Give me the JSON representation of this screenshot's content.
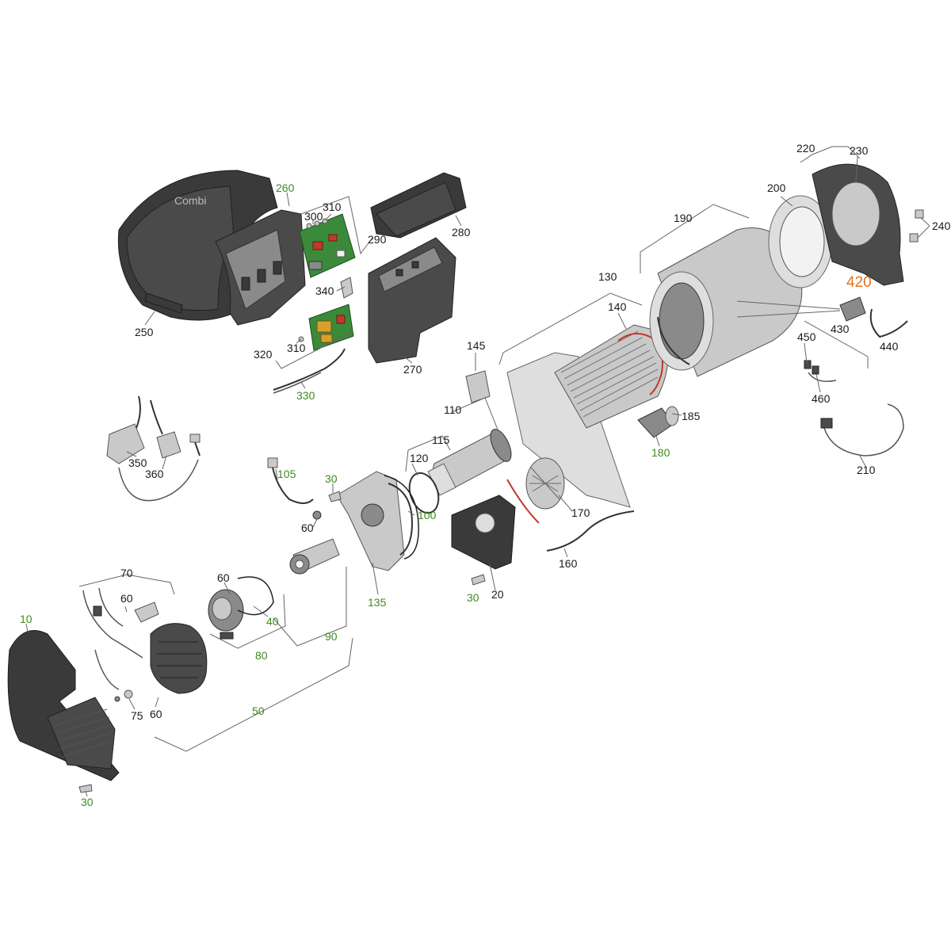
{
  "diagram": {
    "labels": [
      {
        "id": "10",
        "text": "10",
        "color": "green"
      },
      {
        "id": "20",
        "text": "20",
        "color": "black"
      },
      {
        "id": "30a",
        "text": "30",
        "color": "green"
      },
      {
        "id": "30b",
        "text": "30",
        "color": "green"
      },
      {
        "id": "30c",
        "text": "30",
        "color": "green"
      },
      {
        "id": "40",
        "text": "40",
        "color": "green"
      },
      {
        "id": "50",
        "text": "50",
        "color": "green"
      },
      {
        "id": "60a",
        "text": "60",
        "color": "black"
      },
      {
        "id": "60b",
        "text": "60",
        "color": "black"
      },
      {
        "id": "60c",
        "text": "60",
        "color": "black"
      },
      {
        "id": "60d",
        "text": "60",
        "color": "black"
      },
      {
        "id": "70",
        "text": "70",
        "color": "black"
      },
      {
        "id": "75",
        "text": "75",
        "color": "black"
      },
      {
        "id": "80",
        "text": "80",
        "color": "green"
      },
      {
        "id": "90",
        "text": "90",
        "color": "green"
      },
      {
        "id": "100",
        "text": "100",
        "color": "green"
      },
      {
        "id": "105",
        "text": "105",
        "color": "green"
      },
      {
        "id": "110",
        "text": "110",
        "color": "black"
      },
      {
        "id": "115",
        "text": "115",
        "color": "black"
      },
      {
        "id": "120",
        "text": "120",
        "color": "black"
      },
      {
        "id": "130",
        "text": "130",
        "color": "black"
      },
      {
        "id": "135",
        "text": "135",
        "color": "green"
      },
      {
        "id": "140",
        "text": "140",
        "color": "black"
      },
      {
        "id": "145",
        "text": "145",
        "color": "black"
      },
      {
        "id": "160",
        "text": "160",
        "color": "black"
      },
      {
        "id": "170",
        "text": "170",
        "color": "black"
      },
      {
        "id": "180",
        "text": "180",
        "color": "green"
      },
      {
        "id": "185",
        "text": "185",
        "color": "black"
      },
      {
        "id": "190",
        "text": "190",
        "color": "black"
      },
      {
        "id": "200",
        "text": "200",
        "color": "black"
      },
      {
        "id": "210",
        "text": "210",
        "color": "black"
      },
      {
        "id": "220",
        "text": "220",
        "color": "black"
      },
      {
        "id": "230",
        "text": "230",
        "color": "black"
      },
      {
        "id": "240",
        "text": "240",
        "color": "black"
      },
      {
        "id": "250",
        "text": "250",
        "color": "black"
      },
      {
        "id": "260",
        "text": "260",
        "color": "green"
      },
      {
        "id": "270",
        "text": "270",
        "color": "black"
      },
      {
        "id": "280",
        "text": "280",
        "color": "black"
      },
      {
        "id": "290",
        "text": "290",
        "color": "black"
      },
      {
        "id": "300",
        "text": "300",
        "color": "black"
      },
      {
        "id": "310a",
        "text": "310",
        "color": "black"
      },
      {
        "id": "310b",
        "text": "310",
        "color": "black"
      },
      {
        "id": "320",
        "text": "320",
        "color": "black"
      },
      {
        "id": "330",
        "text": "330",
        "color": "green"
      },
      {
        "id": "340",
        "text": "340",
        "color": "black"
      },
      {
        "id": "350",
        "text": "350",
        "color": "black"
      },
      {
        "id": "360",
        "text": "360",
        "color": "black"
      },
      {
        "id": "420",
        "text": "420",
        "color": "orange"
      },
      {
        "id": "430",
        "text": "430",
        "color": "black"
      },
      {
        "id": "440",
        "text": "440",
        "color": "black"
      },
      {
        "id": "450",
        "text": "450",
        "color": "black"
      },
      {
        "id": "460",
        "text": "460",
        "color": "green"
      }
    ],
    "cover_brand_text": "Combi"
  }
}
